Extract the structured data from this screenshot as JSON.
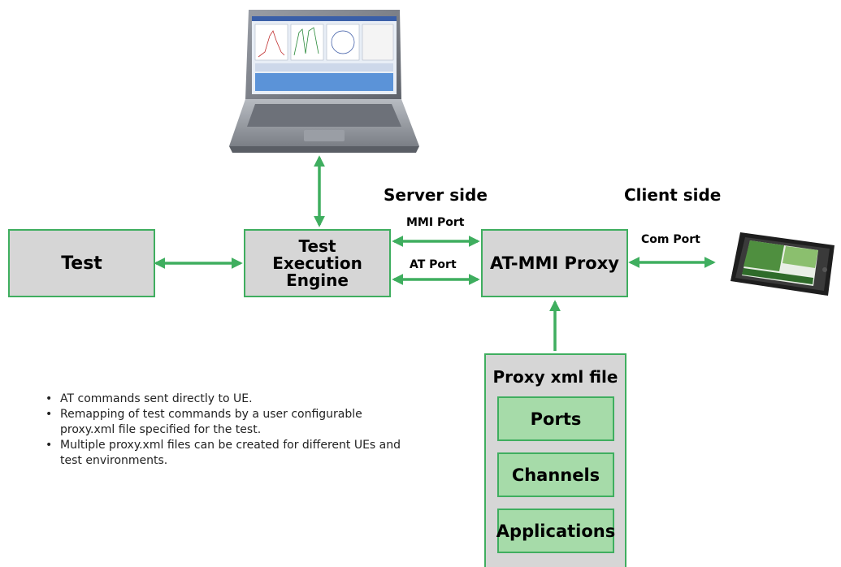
{
  "headings": {
    "server_side": "Server side",
    "client_side": "Client side"
  },
  "boxes": {
    "test": "Test",
    "engine_line1": "Test",
    "engine_line2": "Execution",
    "engine_line3": "Engine",
    "proxy": "AT-MMI Proxy",
    "proxy_xml_title": "Proxy xml file"
  },
  "proxy_xml_items": [
    "Ports",
    "Channels",
    "Applications"
  ],
  "ports": {
    "mmi": "MMI Port",
    "at": "AT Port",
    "com": "Com Port"
  },
  "notes": [
    "AT commands sent directly to UE.",
    "Remapping of test commands by a user configurable proxy.xml file specified for the test.",
    "Multiple proxy.xml files can be created for different UEs and test environments."
  ],
  "colors": {
    "box_fill": "#d6d6d6",
    "box_border": "#3fae5f",
    "arrow": "#3fae5f",
    "inner_fill": "#a6dba9"
  },
  "icons": {
    "laptop": "laptop-icon",
    "phone": "smartphone-icon"
  }
}
